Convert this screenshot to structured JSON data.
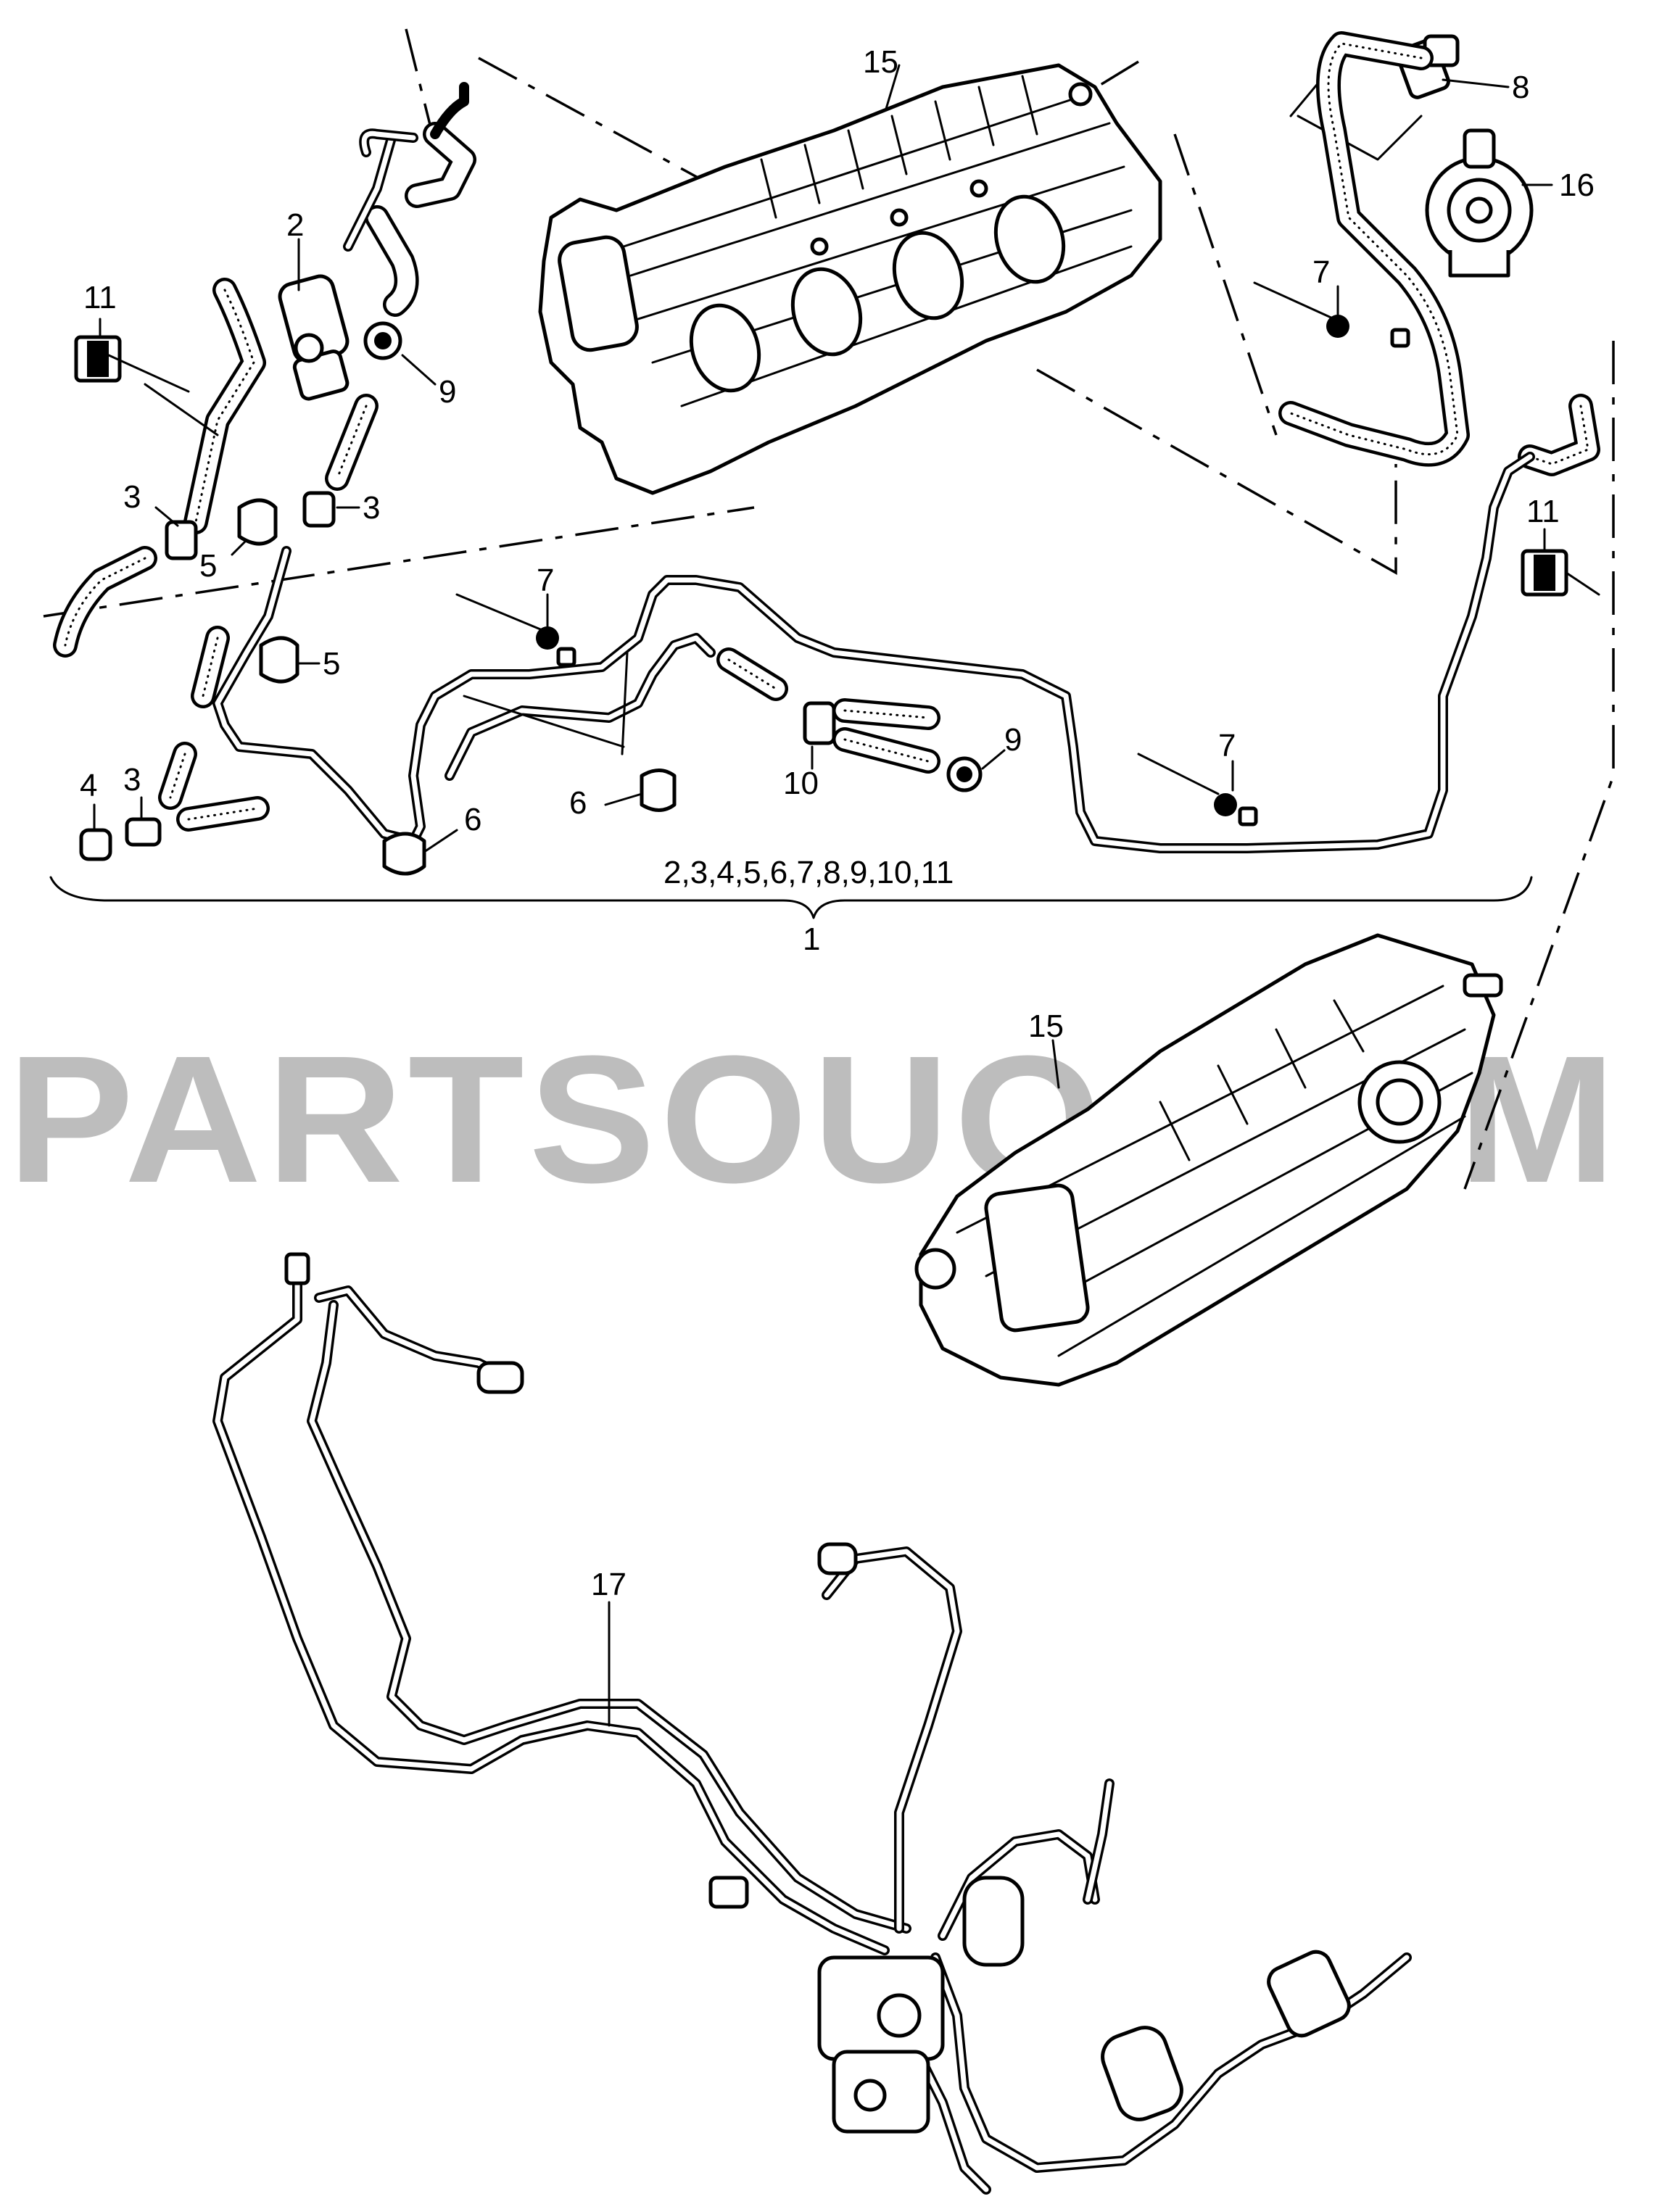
{
  "watermark": "PARTSOUQ.COM",
  "callouts": {
    "c15_top": "15",
    "c15_mid": "15",
    "c2": "2",
    "c8": "8",
    "c16": "16",
    "c11_left": "11",
    "c11_right": "11",
    "c9_top": "9",
    "c9_mid": "9",
    "c3_a": "3",
    "c3_b": "3",
    "c3_c": "3",
    "c5_a": "5",
    "c5_b": "5",
    "c7_a": "7",
    "c7_b": "7",
    "c7_c": "7",
    "c4": "4",
    "c6_a": "6",
    "c6_b": "6",
    "c10": "10",
    "c17": "17",
    "kit_contents": "2,3,4,5,6,7,8,9,10,11",
    "c1": "1"
  }
}
